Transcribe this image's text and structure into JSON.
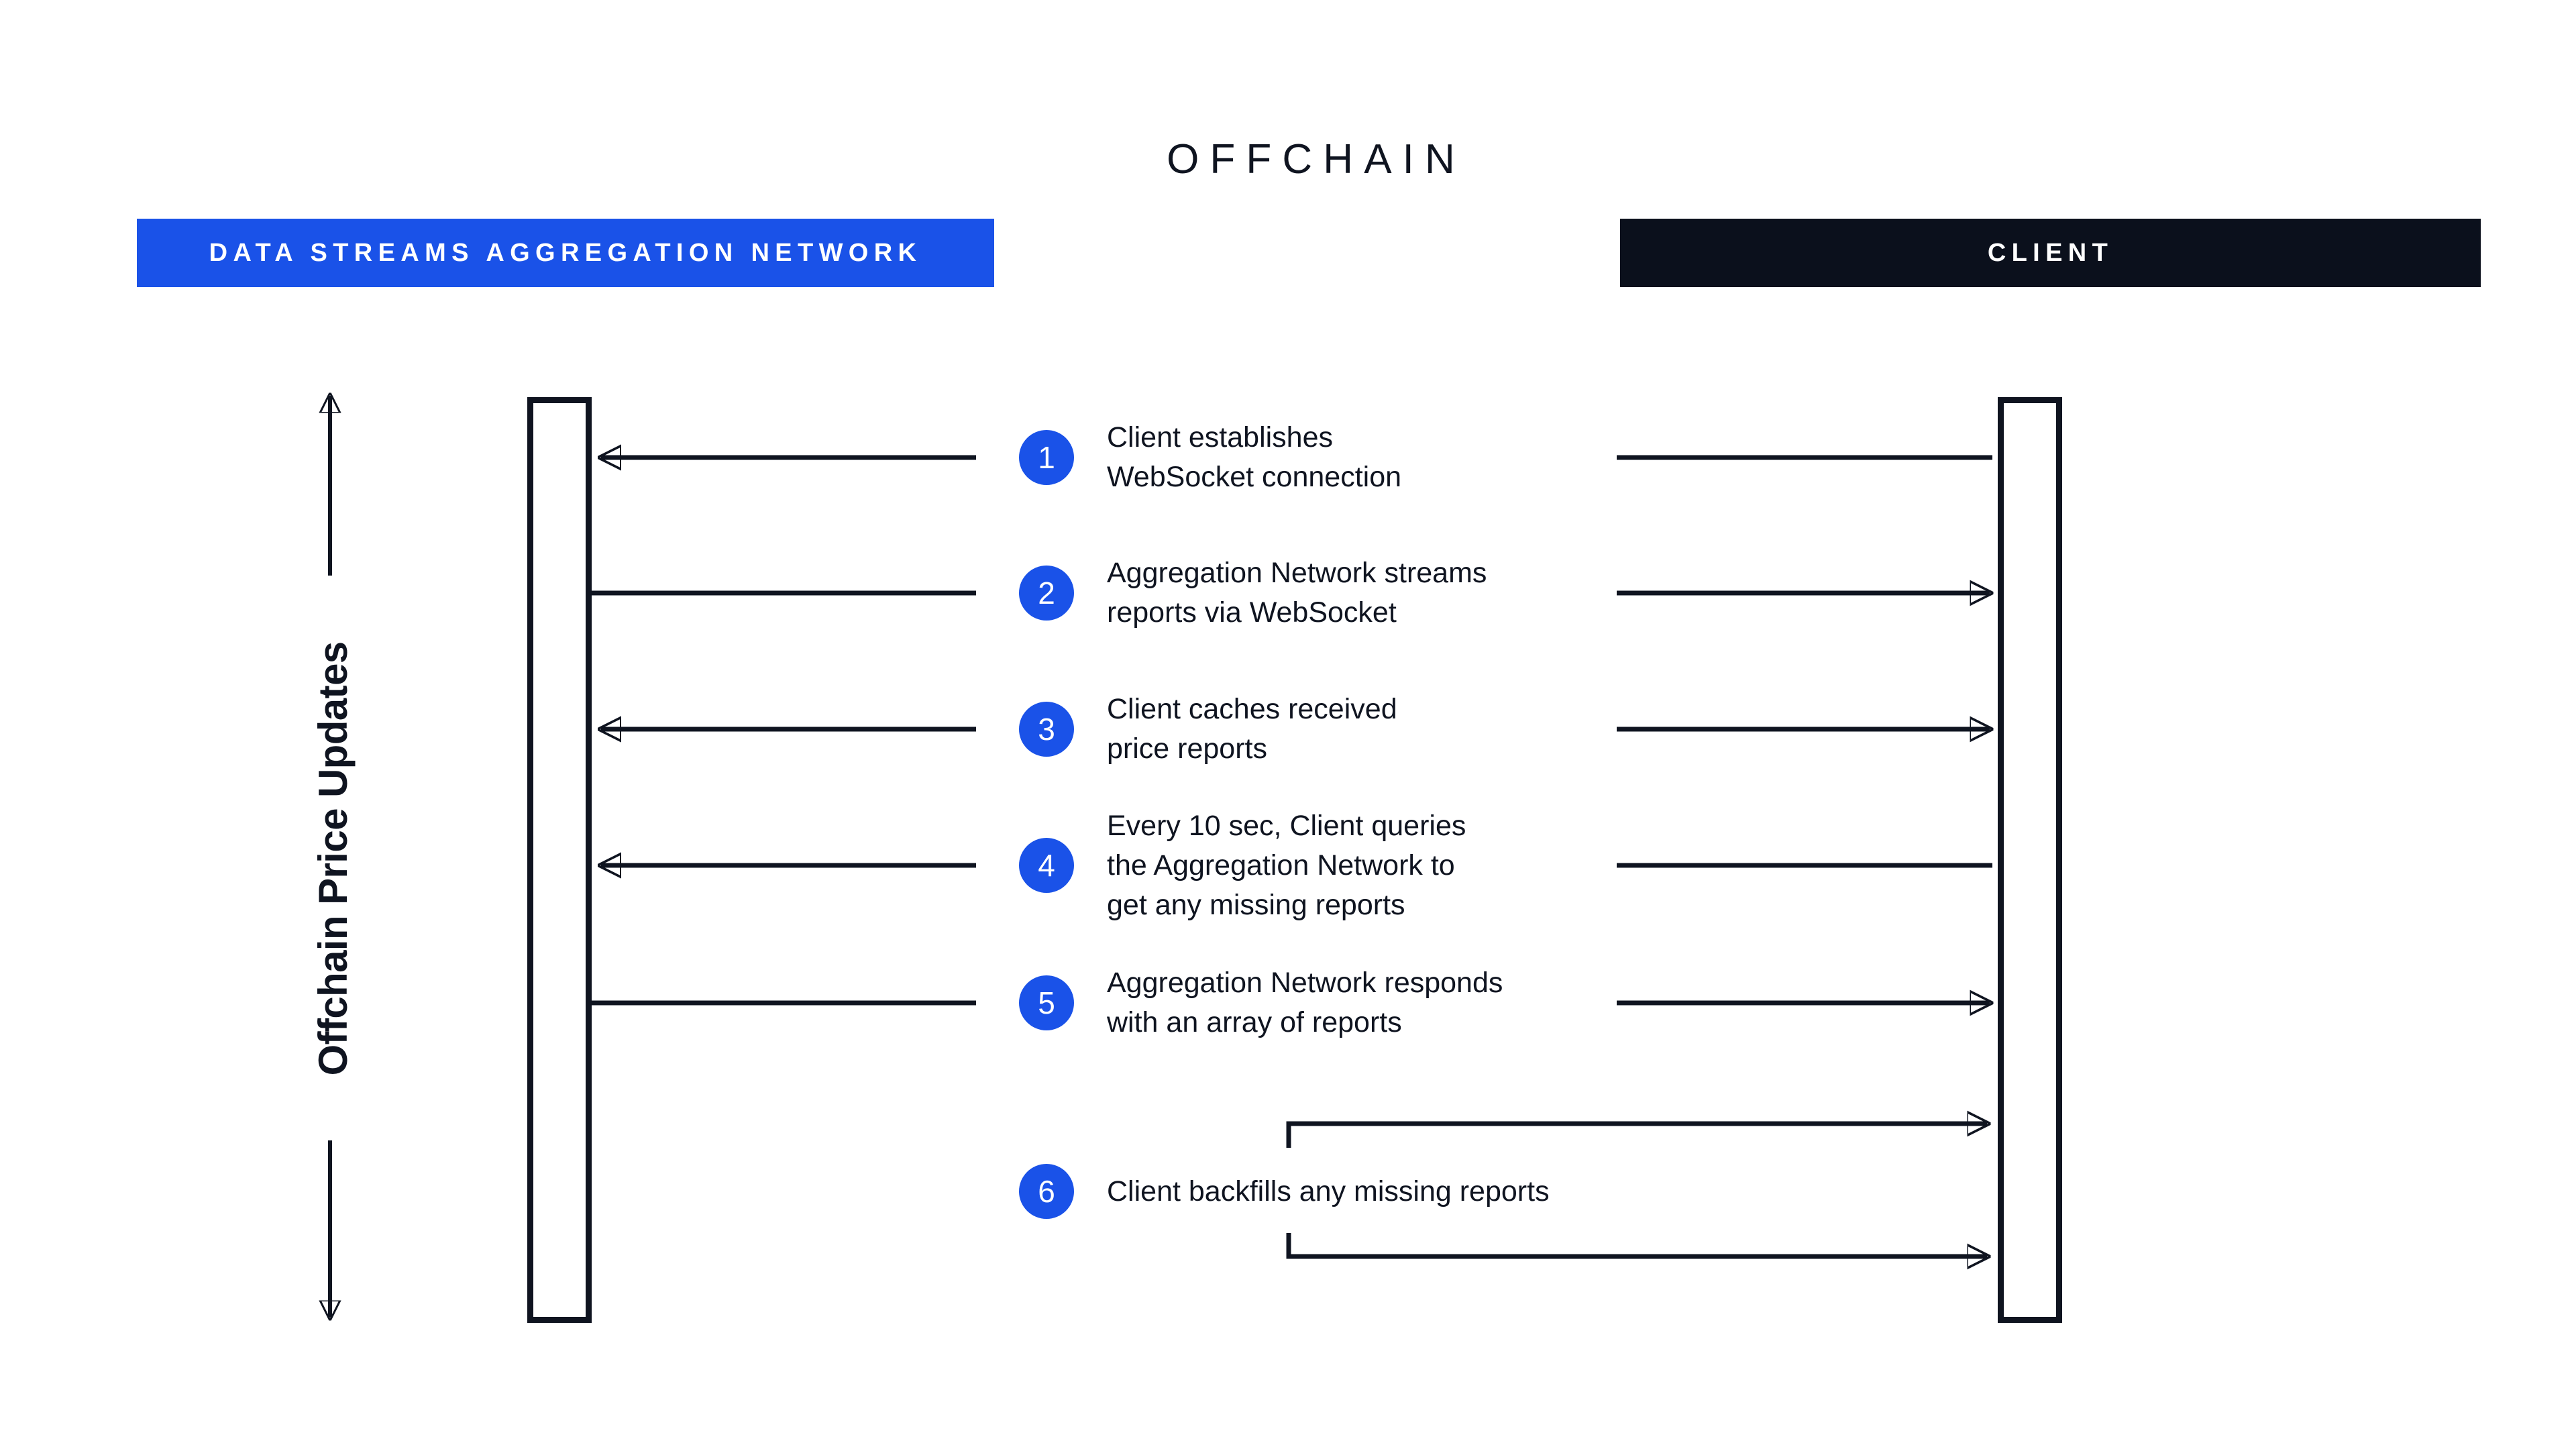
{
  "title": "OFFCHAIN",
  "participants": {
    "left": {
      "label": "DATA STREAMS AGGREGATION NETWORK"
    },
    "right": {
      "label": "CLIENT"
    }
  },
  "axis": {
    "label": "Offchain Price Updates"
  },
  "colors": {
    "accent_blue": "#1A52E8",
    "dark_navy": "#0F1420",
    "header_dark": "#0B101C",
    "background": "#FFFFFF"
  },
  "steps": [
    {
      "num": "1",
      "text": "Client establishes\nWebSocket connection",
      "direction": "client-to-network"
    },
    {
      "num": "2",
      "text": "Aggregation Network streams\nreports via WebSocket",
      "direction": "network-to-client"
    },
    {
      "num": "3",
      "text": "Client caches received\nprice reports",
      "direction": "both"
    },
    {
      "num": "4",
      "text": "Every 10 sec, Client queries\nthe Aggregation Network to\nget any missing reports",
      "direction": "client-to-network"
    },
    {
      "num": "5",
      "text": "Aggregation Network responds\nwith an array of reports",
      "direction": "network-to-client"
    },
    {
      "num": "6",
      "text": "Client backfills any missing reports",
      "direction": "client-self"
    }
  ]
}
